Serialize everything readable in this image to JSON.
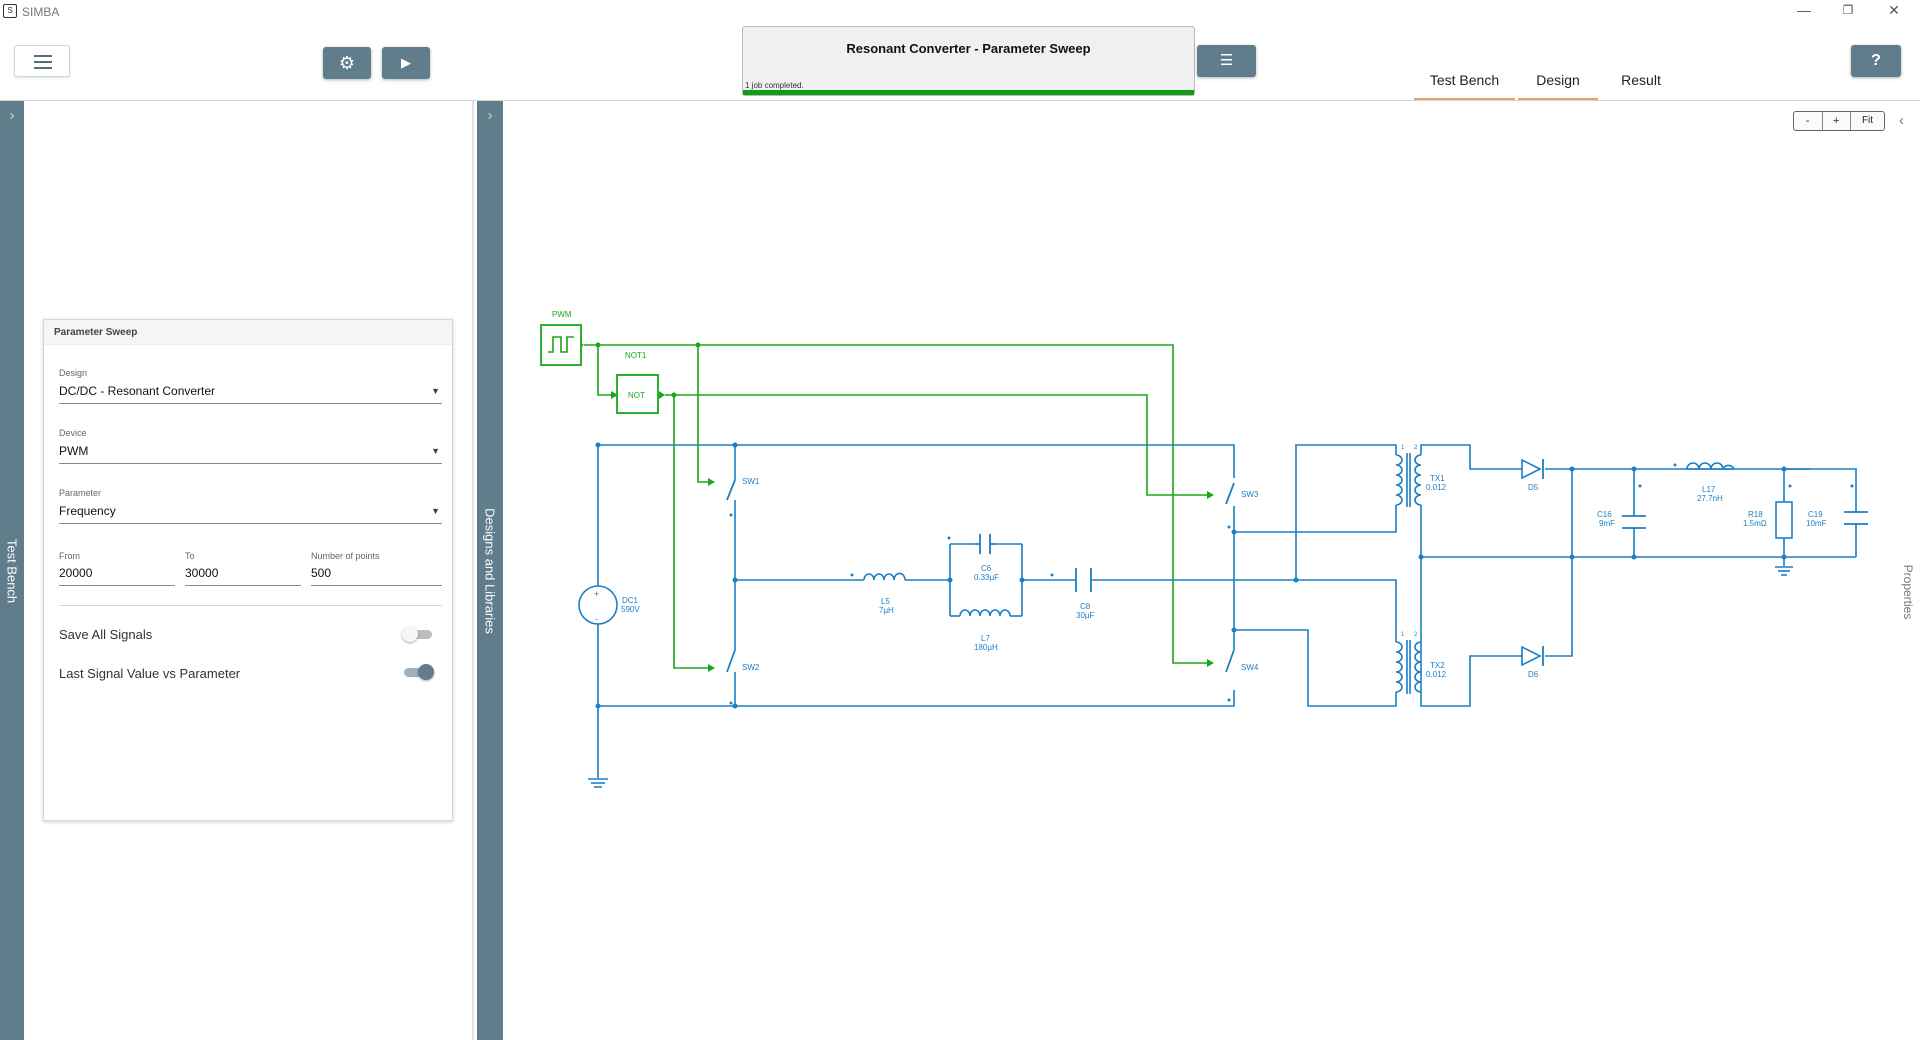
{
  "app": {
    "title": "SIMBA",
    "logo_glyph": "S"
  },
  "window_controls": {
    "minimize": "—",
    "restore": "❐",
    "close": "✕"
  },
  "toolbar": {
    "settings_glyph": "⚙",
    "run_glyph": "▶",
    "jobs_glyph": "☰",
    "help_label": "?"
  },
  "job": {
    "title": "Resonant Converter - Parameter Sweep",
    "status": "1 job completed.",
    "progress": 1.0,
    "progress_color": "#139c13"
  },
  "tabs": [
    {
      "label": "Test Bench",
      "active": true
    },
    {
      "label": "Design",
      "active": true
    },
    {
      "label": "Result",
      "active": false
    }
  ],
  "left_rail": {
    "label": "Test Bench"
  },
  "mid_rail": {
    "label": "Designs and Libraries"
  },
  "right_rail": {
    "label": "Properties"
  },
  "sweep": {
    "title": "Parameter Sweep",
    "design_label": "Design",
    "design_value": "DC/DC - Resonant Converter",
    "device_label": "Device",
    "device_value": "PWM",
    "parameter_label": "Parameter",
    "parameter_value": "Frequency",
    "from_label": "From",
    "from_value": "20000",
    "to_label": "To",
    "to_value": "30000",
    "points_label": "Number of points",
    "points_value": "500",
    "save_all_label": "Save All Signals",
    "save_all_on": false,
    "last_value_label": "Last Signal Value vs Parameter",
    "last_value_on": true
  },
  "zoom": {
    "minus": "-",
    "plus": "+",
    "fit": "Fit"
  },
  "colors": {
    "accent": "#607d8b",
    "tab_underline": "#e6a063",
    "wire_power": "#1b7fc4",
    "wire_control": "#1aa51a"
  },
  "schematic": {
    "pwm": {
      "name": "PWM"
    },
    "not": {
      "name": "NOT1",
      "symbol": "NOT"
    },
    "dc1": {
      "name": "DC1",
      "value": "590V"
    },
    "sw1": {
      "name": "SW1"
    },
    "sw2": {
      "name": "SW2"
    },
    "sw3": {
      "name": "SW3"
    },
    "sw4": {
      "name": "SW4"
    },
    "l5": {
      "name": "L5",
      "value": "7µH"
    },
    "c6": {
      "name": "C6",
      "value": "0.33µF"
    },
    "l7": {
      "name": "L7",
      "value": "180µH"
    },
    "c8": {
      "name": "C8",
      "value": "30µF"
    },
    "tx1": {
      "name": "TX1",
      "value": "0.012",
      "pin1": "1",
      "pin2": "2"
    },
    "tx2": {
      "name": "TX2",
      "value": "0.012",
      "pin1": "1",
      "pin2": "2"
    },
    "d5": {
      "name": "D5"
    },
    "d6": {
      "name": "D6"
    },
    "c16": {
      "name": "C16",
      "value": "9mF"
    },
    "l17": {
      "name": "L17",
      "value": "27.7nH"
    },
    "r18": {
      "name": "R18",
      "value": "1.5mΩ"
    },
    "c19": {
      "name": "C19",
      "value": "10mF"
    }
  }
}
